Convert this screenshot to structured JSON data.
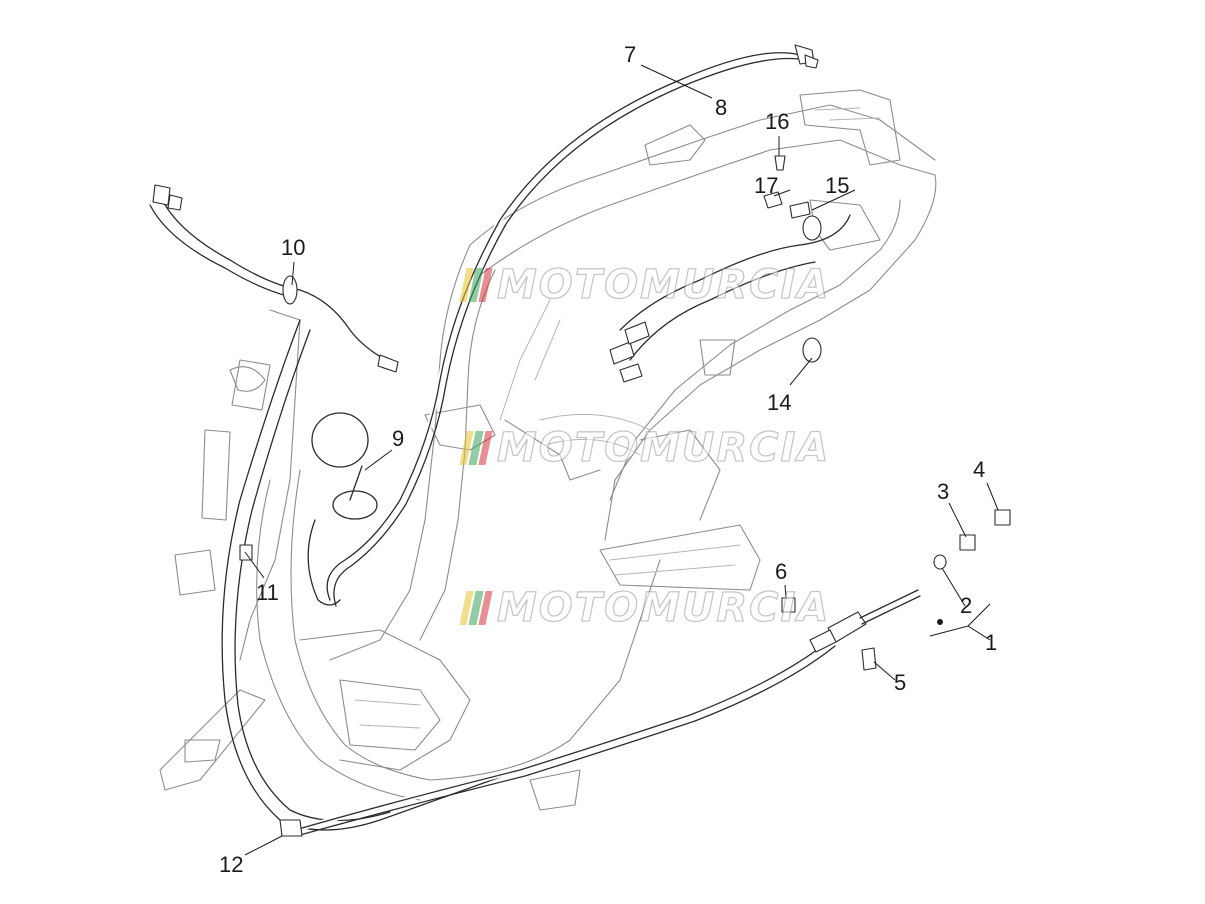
{
  "callouts": [
    {
      "id": "1",
      "label": "1"
    },
    {
      "id": "2",
      "label": "2"
    },
    {
      "id": "3",
      "label": "3"
    },
    {
      "id": "4",
      "label": "4"
    },
    {
      "id": "5",
      "label": "5"
    },
    {
      "id": "6",
      "label": "6"
    },
    {
      "id": "7",
      "label": "7"
    },
    {
      "id": "8",
      "label": "8"
    },
    {
      "id": "9",
      "label": "9"
    },
    {
      "id": "10",
      "label": "10"
    },
    {
      "id": "11",
      "label": "11"
    },
    {
      "id": "12",
      "label": "12"
    },
    {
      "id": "14",
      "label": "14"
    },
    {
      "id": "15",
      "label": "15"
    },
    {
      "id": "16",
      "label": "16"
    },
    {
      "id": "17",
      "label": "17"
    }
  ],
  "watermark": {
    "text": "MOTOMURCIA",
    "flag_colors": [
      "#e8c42c",
      "#3aa35a",
      "#d6343c"
    ]
  },
  "colors": {
    "frame": "#8c8c8c",
    "cable": "#2b2b2b",
    "label": "#1a1a1a"
  }
}
